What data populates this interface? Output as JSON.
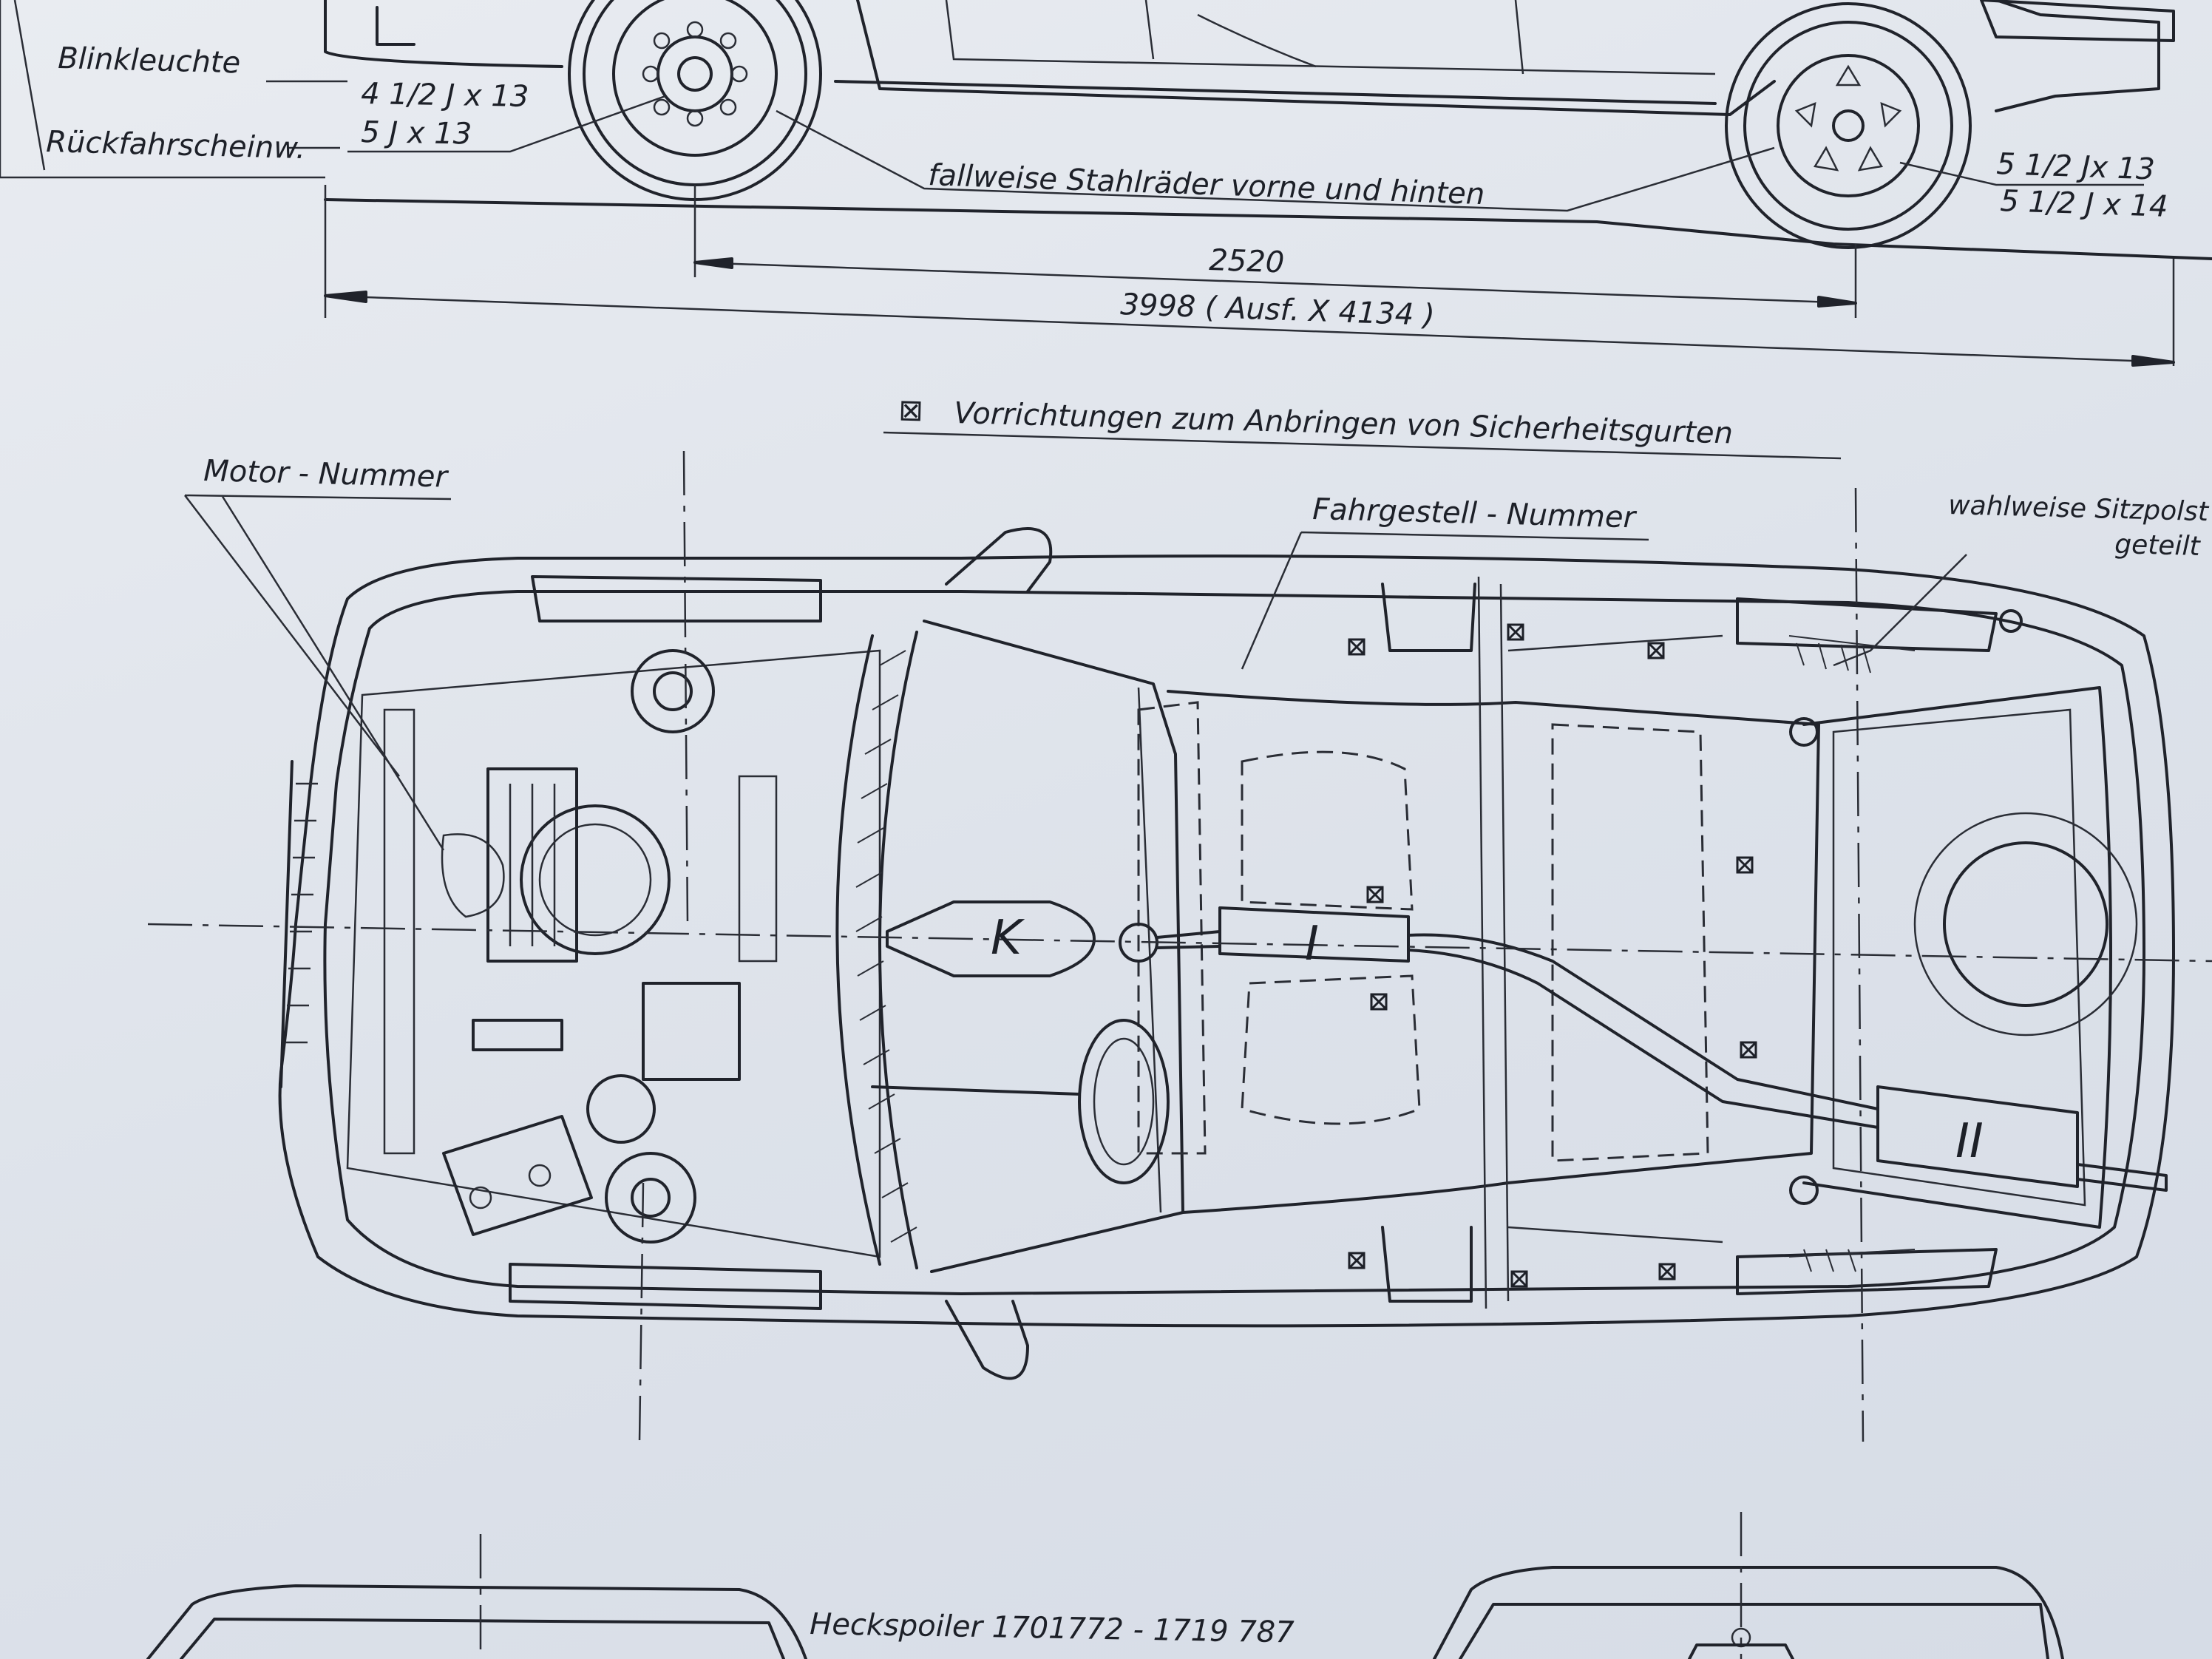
{
  "side_view": {
    "label_blinkleuchte": "Blinkleuchte",
    "label_rueckfahrscheinwerfer": "Rückfahrscheinw.",
    "front_wheel_size_1": "4 1/2 J x 13",
    "front_wheel_size_2": "5 J x 13",
    "rear_wheel_size_1": "5 1/2 Jx 13",
    "rear_wheel_size_2": "5 1/2 J x 14",
    "steel_wheels_note": "fallweise Stahlräder vorne und hinten",
    "dim_wheelbase": "2520",
    "dim_length": "3998 ( Ausf. X 4134 )"
  },
  "legend": {
    "seatbelt_mark": "⊠",
    "seatbelt_text": "Vorrichtungen zum Anbringen von Sicherheitsgurten"
  },
  "top_view": {
    "label_motor_nummer": "Motor - Nummer",
    "label_fahrgestell_nummer": "Fahrgestell - Nummer",
    "label_sitzpolster_1": "wahlweise Sitzpolst",
    "label_sitzpolster_2": "geteilt",
    "marker_k": "K",
    "marker_i": "I",
    "marker_ii": "II"
  },
  "rear_view": {
    "label_heckspoiler": "Heckspoiler 1701772 - 1719 787"
  }
}
